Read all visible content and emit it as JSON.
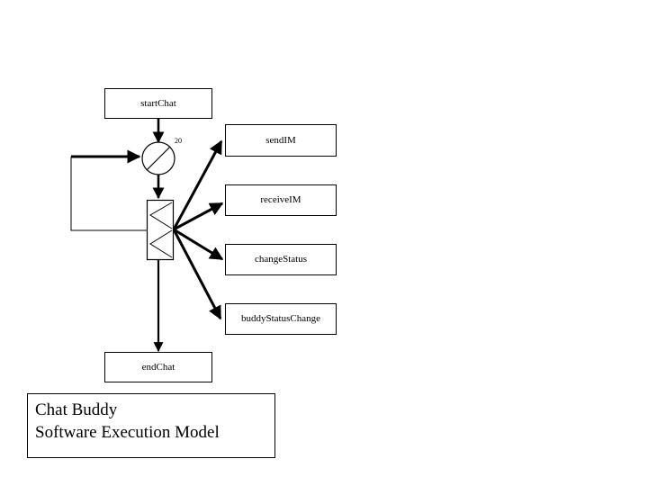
{
  "diagram": {
    "title_box": {
      "line1": "Chat Buddy",
      "line2": "Software Execution Model"
    },
    "nodes": [
      {
        "id": "startChat",
        "label": "startChat",
        "shape": "rectangle"
      },
      {
        "id": "sendIM",
        "label": "sendIM",
        "shape": "rectangle"
      },
      {
        "id": "receiveIM",
        "label": "receiveIM",
        "shape": "rectangle"
      },
      {
        "id": "changeStatus",
        "label": "changeStatus",
        "shape": "rectangle"
      },
      {
        "id": "buddyStatusChange",
        "label": "buddyStatusChange",
        "shape": "rectangle"
      },
      {
        "id": "endChat",
        "label": "endChat",
        "shape": "rectangle"
      },
      {
        "id": "delay",
        "label": "",
        "shape": "circle-with-slash"
      },
      {
        "id": "branch",
        "label": "",
        "shape": "chevron-box"
      }
    ],
    "edge_labels": {
      "delay_weight": "20"
    },
    "colors": {
      "stroke": "#000000",
      "fill": "#ffffff",
      "text": "#000000"
    }
  }
}
